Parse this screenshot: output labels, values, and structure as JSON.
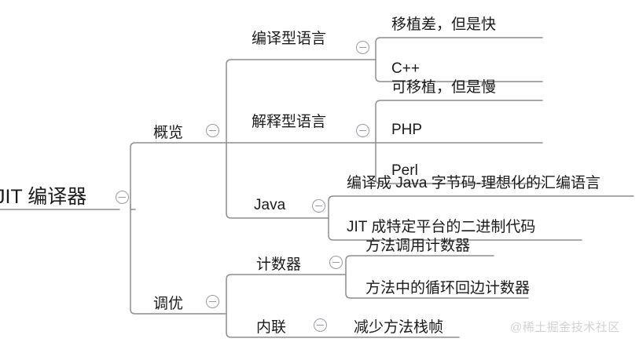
{
  "diagram": {
    "type": "mindmap",
    "title": "JIT 编译器",
    "orientation": "left-to-right",
    "background_color": "#ffffff",
    "line_color": "#8e8e8e",
    "text_color": "#1b1b1b",
    "collapse_icon_color": "#9a9aa8"
  },
  "root": {
    "label": "JIT 编译器",
    "collapse_icon": "collapse-minus-icon"
  },
  "branches": [
    {
      "label": "概览",
      "collapse_icon": "collapse-minus-icon",
      "children": [
        {
          "label": "编译型语言",
          "collapse_icon": "collapse-minus-icon",
          "children": [
            {
              "label": "移植差，但是快"
            },
            {
              "label": "C++"
            }
          ]
        },
        {
          "label": "解释型语言",
          "collapse_icon": "collapse-minus-icon",
          "children": [
            {
              "label": "可移植，但是慢"
            },
            {
              "label": "PHP"
            },
            {
              "label": "Perl"
            }
          ]
        },
        {
          "label": "Java",
          "collapse_icon": "collapse-minus-icon",
          "children": [
            {
              "label": "编译成 Java 字节码-理想化的汇编语言"
            },
            {
              "label": "JIT 成特定平台的二进制代码"
            }
          ]
        }
      ]
    },
    {
      "label": "调优",
      "collapse_icon": "collapse-minus-icon",
      "children": [
        {
          "label": "计数器",
          "collapse_icon": "collapse-minus-icon",
          "children": [
            {
              "label": "方法调用计数器"
            },
            {
              "label": "方法中的循环回边计数器"
            }
          ]
        },
        {
          "label": "内联",
          "collapse_icon": "collapse-minus-icon",
          "children": [
            {
              "label": "减少方法栈帧"
            }
          ]
        }
      ]
    }
  ],
  "watermark": {
    "text": "@稀土掘金技术社区"
  }
}
